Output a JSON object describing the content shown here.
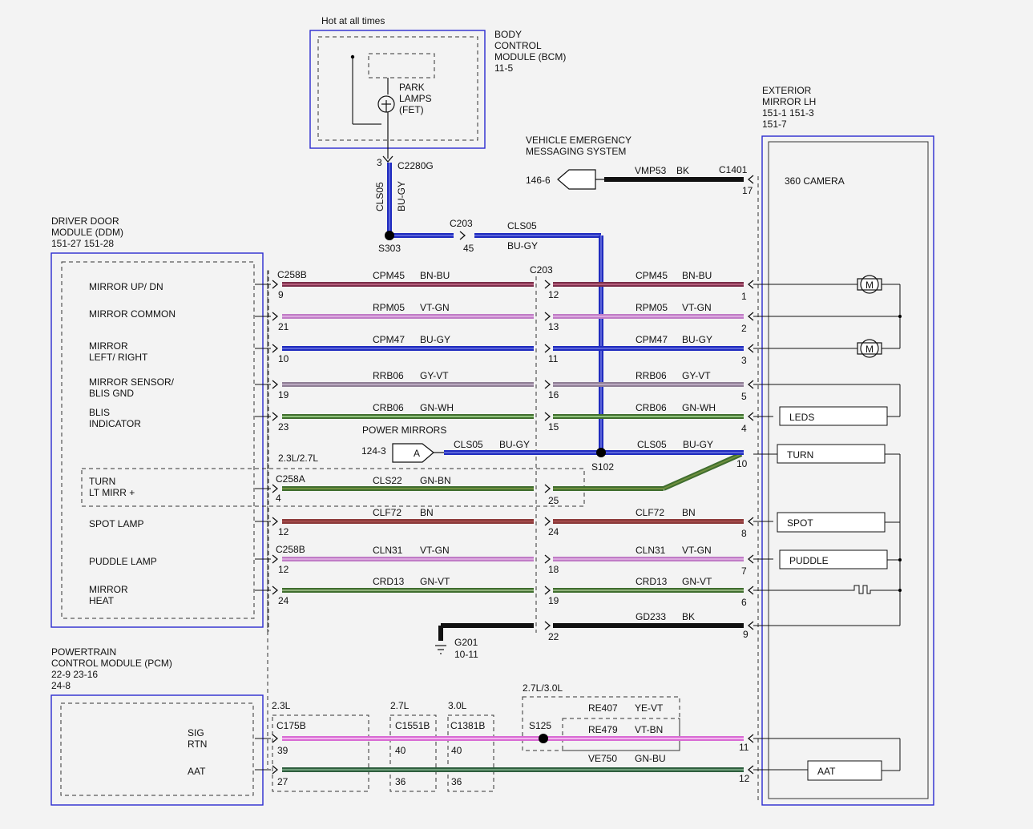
{
  "modules": {
    "bcm": {
      "lines": [
        "BODY",
        "CONTROL",
        "MODULE (BCM)",
        "11-5"
      ],
      "hot_label": "Hot at all times",
      "park_lamps": [
        "PARK",
        "LAMPS",
        "(FET)"
      ]
    },
    "ddm": {
      "lines": [
        "DRIVER DOOR",
        "MODULE (DDM)",
        "151-27   151-28"
      ]
    },
    "pcm": {
      "lines": [
        "POWERTRAIN",
        "CONTROL MODULE (PCM)",
        "22-9     23-16",
        "24-8"
      ]
    },
    "mirror": {
      "lines": [
        "EXTERIOR",
        "MIRROR LH",
        "151-1    151-3",
        "151-7"
      ],
      "camera": "360 CAMERA"
    },
    "vems": {
      "lines": [
        "VEHICLE EMERGENCY",
        "MESSAGING SYSTEM"
      ],
      "ref": "146-6"
    }
  },
  "ddm_pins": [
    {
      "id": "mirror-up-dn",
      "lines": [
        "MIRROR UP/ DN"
      ]
    },
    {
      "id": "mirror-common",
      "lines": [
        "MIRROR COMMON"
      ]
    },
    {
      "id": "mirror-left-right",
      "lines": [
        "MIRROR",
        "LEFT/ RIGHT"
      ]
    },
    {
      "id": "mirror-sensor",
      "lines": [
        "MIRROR SENSOR/",
        "BLIS GND"
      ]
    },
    {
      "id": "blis-indicator",
      "lines": [
        "BLIS",
        "INDICATOR"
      ]
    },
    {
      "id": "turn",
      "lines": [
        "TURN",
        "LT MIRR +"
      ]
    },
    {
      "id": "spot-lamp",
      "lines": [
        "SPOT LAMP"
      ]
    },
    {
      "id": "puddle-lamp",
      "lines": [
        "PUDDLE LAMP"
      ]
    },
    {
      "id": "mirror-heat",
      "lines": [
        "MIRROR",
        "HEAT"
      ]
    }
  ],
  "pcm_pins": [
    {
      "id": "sig-rtn",
      "lines": [
        "SIG",
        "RTN"
      ]
    },
    {
      "id": "aat",
      "lines": [
        "AAT"
      ]
    }
  ],
  "mirror_components": [
    {
      "id": "leds",
      "label": "LEDS"
    },
    {
      "id": "turn",
      "label": "TURN"
    },
    {
      "id": "spot",
      "label": "SPOT"
    },
    {
      "id": "puddle",
      "label": "PUDDLE"
    },
    {
      "id": "aat",
      "label": "AAT"
    }
  ],
  "motor_label": "M",
  "circuits": [
    {
      "circuit": "CPM45",
      "color": "BN-BU",
      "left_pin": "9",
      "mid_pin": "12",
      "right_pin": "1",
      "c1": "#7a2e4a",
      "c2": "#b45c7a"
    },
    {
      "circuit": "RPM05",
      "color": "VT-GN",
      "left_pin": "21",
      "mid_pin": "13",
      "right_pin": "2",
      "c1": "#c07cc6",
      "c2": "#dba9de"
    },
    {
      "circuit": "CPM47",
      "color": "BU-GY",
      "left_pin": "10",
      "mid_pin": "11",
      "right_pin": "3",
      "c1": "#1f2bbf",
      "c2": "#5a64d8"
    },
    {
      "circuit": "RRB06",
      "color": "GY-VT",
      "left_pin": "19",
      "mid_pin": "16",
      "right_pin": "5",
      "c1": "#8f7f95",
      "c2": "#b9a7bf"
    },
    {
      "circuit": "CRB06",
      "color": "GN-WH",
      "left_pin": "23",
      "mid_pin": "15",
      "right_pin": "4",
      "c1": "#3f6d2e",
      "c2": "#8fc27a"
    },
    {
      "circuit": "CLS22",
      "color": "GN-BN",
      "left_pin": "4",
      "mid_pin": "25",
      "right_pin": "10",
      "c1": "#3f6d2e",
      "c2": "#6f8f3e"
    },
    {
      "circuit": "CLF72",
      "color": "BN",
      "left_pin": "12",
      "mid_pin": "24",
      "right_pin": "8",
      "c1": "#8c3a3a",
      "c2": "#a14848"
    },
    {
      "circuit": "CLN31",
      "color": "VT-GN",
      "left_pin": "12",
      "mid_pin": "18",
      "right_pin": "7",
      "c1": "#c07cc6",
      "c2": "#dba9de"
    },
    {
      "circuit": "CRD13",
      "color": "GN-VT",
      "left_pin": "24",
      "mid_pin": "19",
      "right_pin": "6",
      "c1": "#3f6d2e",
      "c2": "#8fb07a"
    }
  ],
  "cls05_right": {
    "circuit": "CLS05",
    "color": "BU-GY"
  },
  "connectors": {
    "c2280g": "C2280G",
    "c2280g_pin": "3",
    "c203": "C203",
    "c203_pin": "45",
    "c258b": "C258B",
    "c258a": "C258A",
    "c1401": "C1401",
    "c1401_pin": "17",
    "c175b": "C175B",
    "c1551b": "C1551B",
    "c1381b": "C1381B"
  },
  "splices": {
    "s303": "S303",
    "s102": "S102",
    "s125": "S125"
  },
  "vert_wire": {
    "circuit": "CLS05",
    "color": "BU-GY"
  },
  "c203_wire": {
    "circuit": "CLS05",
    "color": "BU-GY"
  },
  "vmp53": {
    "circuit": "VMP53",
    "color": "BK"
  },
  "power_mirrors": {
    "label": "POWER MIRRORS",
    "ref": "124-3",
    "flag": "A"
  },
  "engine_labels": {
    "turn": "2.3L/2.7L",
    "l23": "2.3L",
    "l27": "2.7L",
    "l30": "3.0L",
    "l2730": "2.7L/3.0L"
  },
  "ground": {
    "circuit": "GD233",
    "color": "BK",
    "mid_pin": "22",
    "right_pin": "9",
    "name": "G201",
    "ref": "10-11"
  },
  "re407": {
    "circuit": "RE407",
    "color": "YE-VT"
  },
  "re479": {
    "circuit": "RE479",
    "color": "VT-BN",
    "right_pin": "11",
    "pins": [
      "39",
      "40",
      "40"
    ]
  },
  "ve750": {
    "circuit": "VE750",
    "color": "GN-BU",
    "right_pin": "12",
    "pins": [
      "27",
      "36",
      "36"
    ]
  }
}
